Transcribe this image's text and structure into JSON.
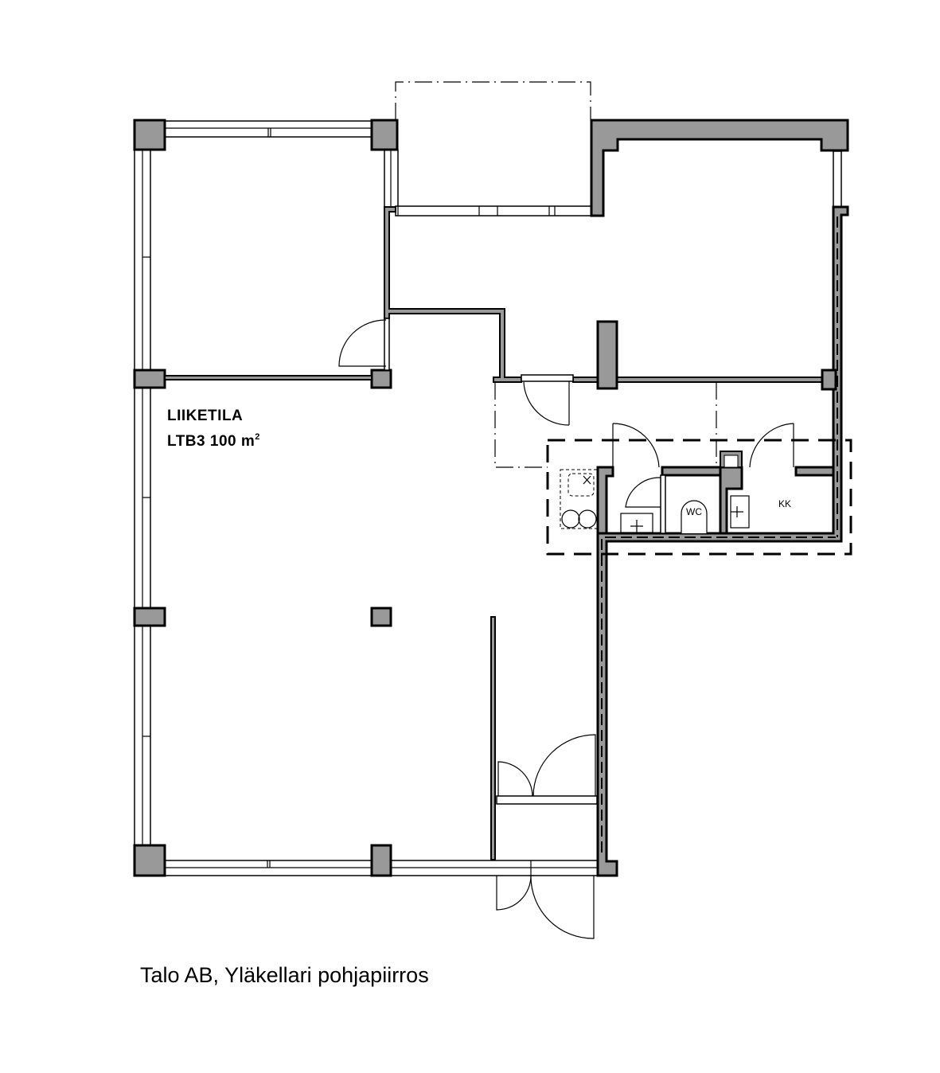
{
  "plan": {
    "caption": "Talo AB, Yläkellari pohjapiirros",
    "room": {
      "name": "LIIKETILA",
      "code": "LTB3",
      "area_value": "100",
      "area_unit": "m",
      "area_exponent": "2"
    },
    "fixtures": {
      "wc_label": "WC",
      "kk_label": "KK"
    },
    "colors": {
      "wall_fill": "#999999",
      "line": "#000000",
      "background": "#ffffff"
    }
  }
}
